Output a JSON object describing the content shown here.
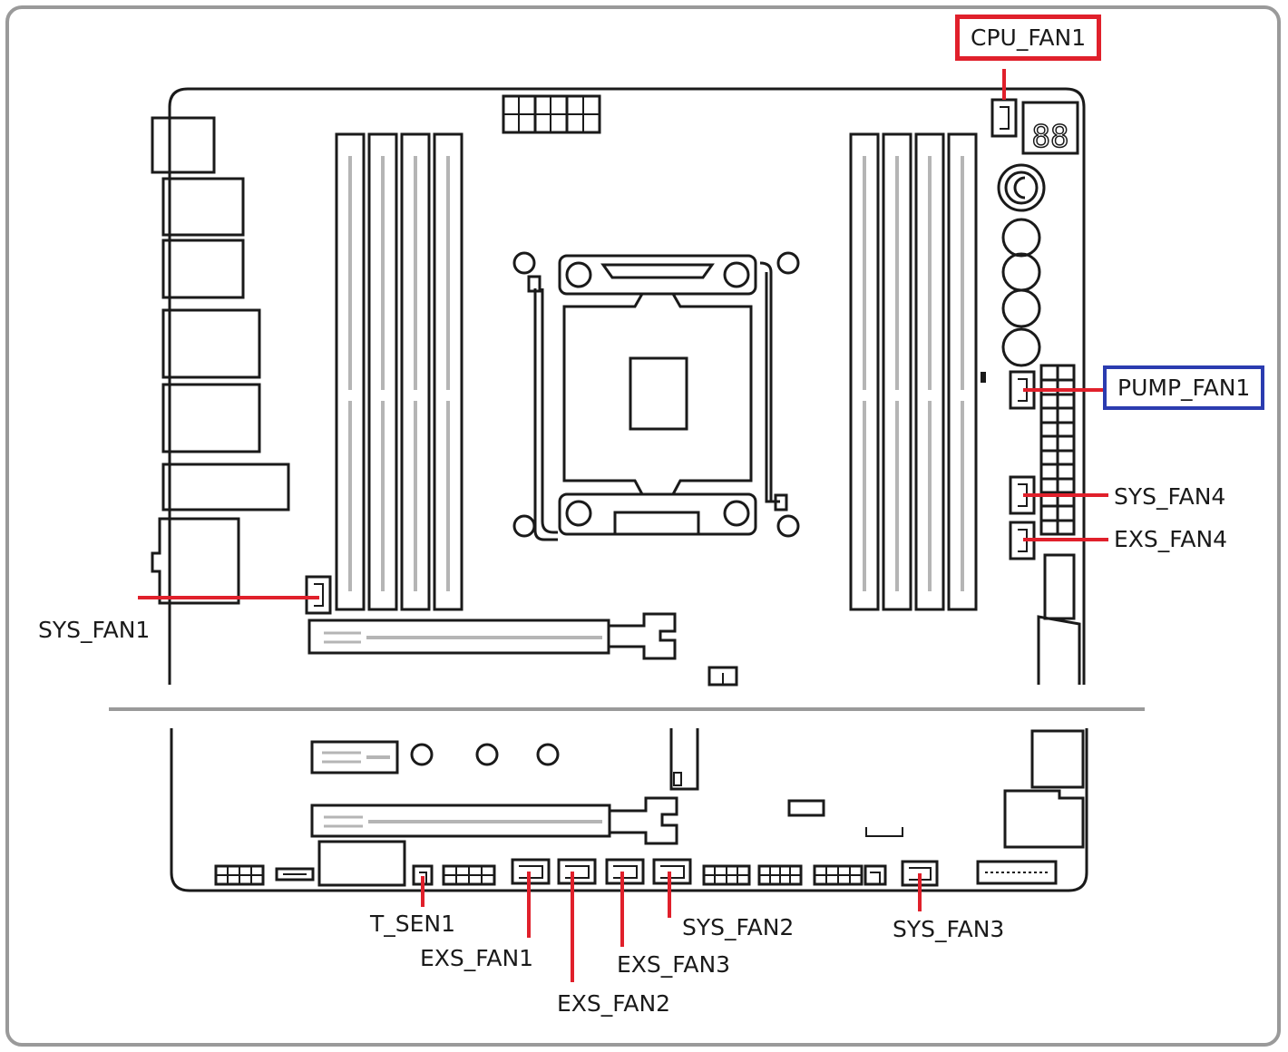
{
  "colors": {
    "outline": "#1a1a1a",
    "frame": "#9a9a9a",
    "slot_inner": "#b5b5b5",
    "callout_line": "#e0202b",
    "highlight_red": "#e0202b",
    "highlight_blue": "#2b3cb0"
  },
  "labels": {
    "cpu_fan1": "CPU_FAN1",
    "pump_fan1": "PUMP_FAN1",
    "sys_fan4": "SYS_FAN4",
    "exs_fan4": "EXS_FAN4",
    "sys_fan1": "SYS_FAN1",
    "t_sen1": "T_SEN1",
    "exs_fan1": "EXS_FAN1",
    "exs_fan2": "EXS_FAN2",
    "exs_fan3": "EXS_FAN3",
    "sys_fan2": "SYS_FAN2",
    "sys_fan3": "SYS_FAN3"
  },
  "debug_display": "88"
}
